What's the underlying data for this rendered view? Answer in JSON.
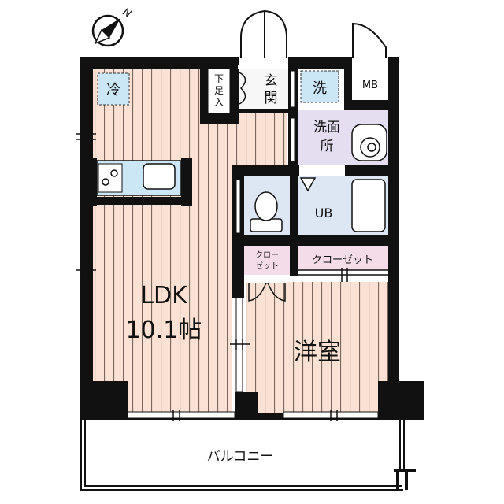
{
  "compass": {
    "north_label": "N",
    "icon": "north-arrow-icon"
  },
  "rooms": {
    "ldk": {
      "name": "LDK",
      "size": "10.1帖"
    },
    "western_room": {
      "name": "洋室"
    },
    "entrance": {
      "name_line1": "玄",
      "name_line2": "関"
    },
    "shoe_storage": {
      "line1": "下",
      "line2": "足",
      "line3": "入"
    },
    "washroom": {
      "line1": "洗面",
      "line2": "所"
    },
    "bath": {
      "name": "UB"
    },
    "meter_box": {
      "name": "MB"
    },
    "closet_small": {
      "line1": "クロー",
      "line2": "ゼット"
    },
    "closet_large": {
      "name": "クローゼット"
    },
    "balcony": {
      "name": "バルコニー"
    }
  },
  "fixtures": {
    "air_conditioner": "冷",
    "washing_machine": "洗"
  },
  "colors": {
    "wood_floor": "#fae1d3",
    "wood_line": "#5a4a44",
    "tile_wet": "#dde6f3",
    "washroom": "#e4def0",
    "closet": "#f4dce8",
    "fixture_blue": "#cbe6f4",
    "wall": "#111111"
  }
}
